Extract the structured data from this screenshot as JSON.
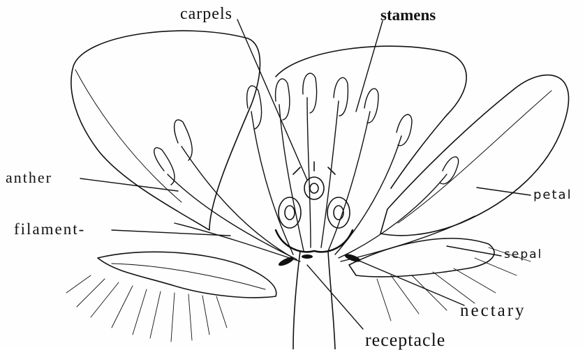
{
  "labels": {
    "carpels": "carpels",
    "stamens": "stamens",
    "anther": "anther",
    "filament": "filament-",
    "petal": "petal",
    "sepal": "sepal",
    "nectary": "nectary",
    "receptacle": "receptacle"
  },
  "colors": {
    "ink": "#111111",
    "paper": "#fefefe"
  }
}
